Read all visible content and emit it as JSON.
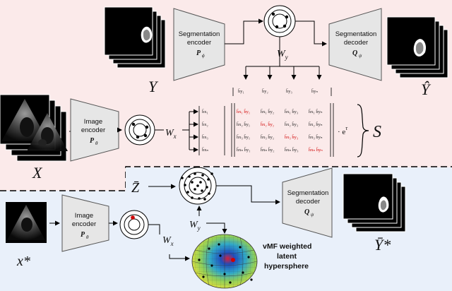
{
  "top_branch": {
    "seg_encoder": {
      "line1": "Segmentation",
      "line2": "encoder",
      "param": "P",
      "param_sub": "ϕ"
    },
    "seg_decoder": {
      "line1": "Segmentation",
      "line2": "decoder",
      "param": "Q",
      "param_sub": "ψ"
    },
    "Wy": {
      "main": "W",
      "sub": "y"
    },
    "Y": "Y",
    "Yhat": "Ŷ"
  },
  "middle_branch": {
    "image_encoder": {
      "line1": "Image",
      "line2": "encoder",
      "param": "P",
      "param_sub": "θ"
    },
    "Wx": {
      "main": "W",
      "sub": "x"
    },
    "X": "X",
    "S": "S",
    "scale": "· e",
    "scale_exp": "τ",
    "hy_headers": [
      "h̄y₁",
      "h̄y₂",
      "h̄y₃",
      "h̄yₙ"
    ],
    "hx_rows": [
      "h̄x₁",
      "h̄x₂",
      "h̄x₃",
      "h̄xₙ"
    ],
    "matrix": [
      [
        "h̄x₁ h̄y₁",
        "h̄x₁ h̄y₂",
        "h̄x₁ h̄y₃",
        "h̄x₁ h̄yₙ"
      ],
      [
        "h̄x₂ h̄y₁",
        "h̄x₂ h̄y₂",
        "h̄x₂ h̄y₃",
        "h̄x₂ h̄yₙ"
      ],
      [
        "h̄x₃ h̄y₁",
        "h̄x₃ h̄y₂",
        "h̄x₃ h̄y₃",
        "h̄x₃ h̄yₙ"
      ],
      [
        "h̄xₙ h̄y₁",
        "h̄xₙ h̄y₂",
        "h̄xₙ h̄y₃",
        "h̄xₙ h̄yₙ"
      ]
    ]
  },
  "bottom_branch": {
    "Zbar": "Z̄",
    "Wy": {
      "main": "W",
      "sub": "y"
    },
    "Wx": {
      "main": "W",
      "sub": "x"
    },
    "seg_decoder": {
      "line1": "Segmentation",
      "line2": "decoder",
      "param": "Q",
      "param_sub": "ψ"
    },
    "image_encoder": {
      "line1": "Image",
      "line2": "encoder",
      "param": "P",
      "param_sub": "θ"
    },
    "xstar": "x*",
    "Ystar": "Ȳ*",
    "sphere_label": [
      "vMF weighted",
      "latent",
      "hypersphere"
    ]
  },
  "colors": {
    "top_bg": "#fbeaea",
    "bottom_bg": "#e9f0fa",
    "highlight": "#d00000",
    "sphere_core": "#1f4fbf",
    "sphere_outer": "#e9e23a"
  }
}
